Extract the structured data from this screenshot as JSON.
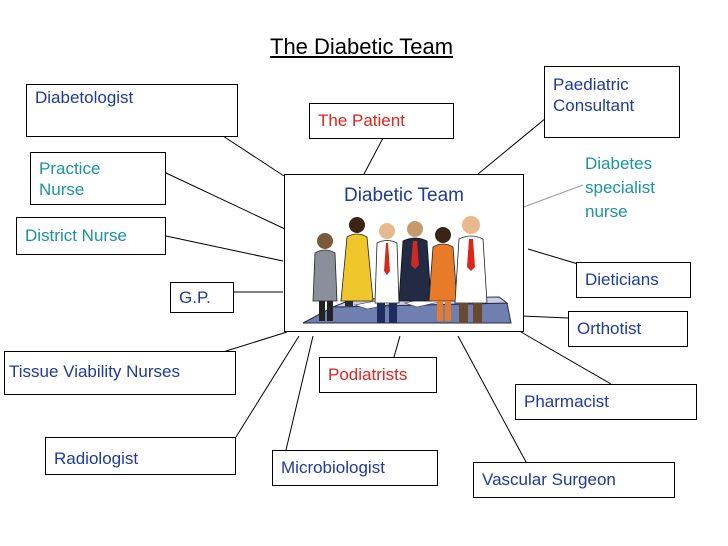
{
  "title": "The Diabetic Team",
  "center": {
    "label": "Diabetic Team",
    "image": "team-meeting-illustration"
  },
  "nodes": {
    "diabetologist": "Diabetologist",
    "the_patient": "The Patient",
    "paediatric_line1": "Paediatric",
    "paediatric_line2": "Consultant",
    "practice_nurse_line1": "Practice",
    "practice_nurse_line2": "Nurse",
    "dsn_line1": "Diabetes",
    "dsn_line2": "specialist",
    "dsn_line3": "nurse",
    "district_nurse": "District Nurse",
    "dieticians": "Dieticians",
    "gp": "G.P.",
    "orthotist": "Orthotist",
    "tissue_viability": "Tissue Viability Nurses",
    "podiatrists": "Podiatrists",
    "pharmacist": "Pharmacist",
    "radiologist": "Radiologist",
    "microbiologist": "Microbiologist",
    "vascular_surgeon": "Vascular Surgeon"
  },
  "colors": {
    "blue": "#1f3a9a",
    "red": "#e0231b",
    "teal": "#1a93a2",
    "connector": "#000000",
    "connector_light": "#9a9a9a"
  }
}
